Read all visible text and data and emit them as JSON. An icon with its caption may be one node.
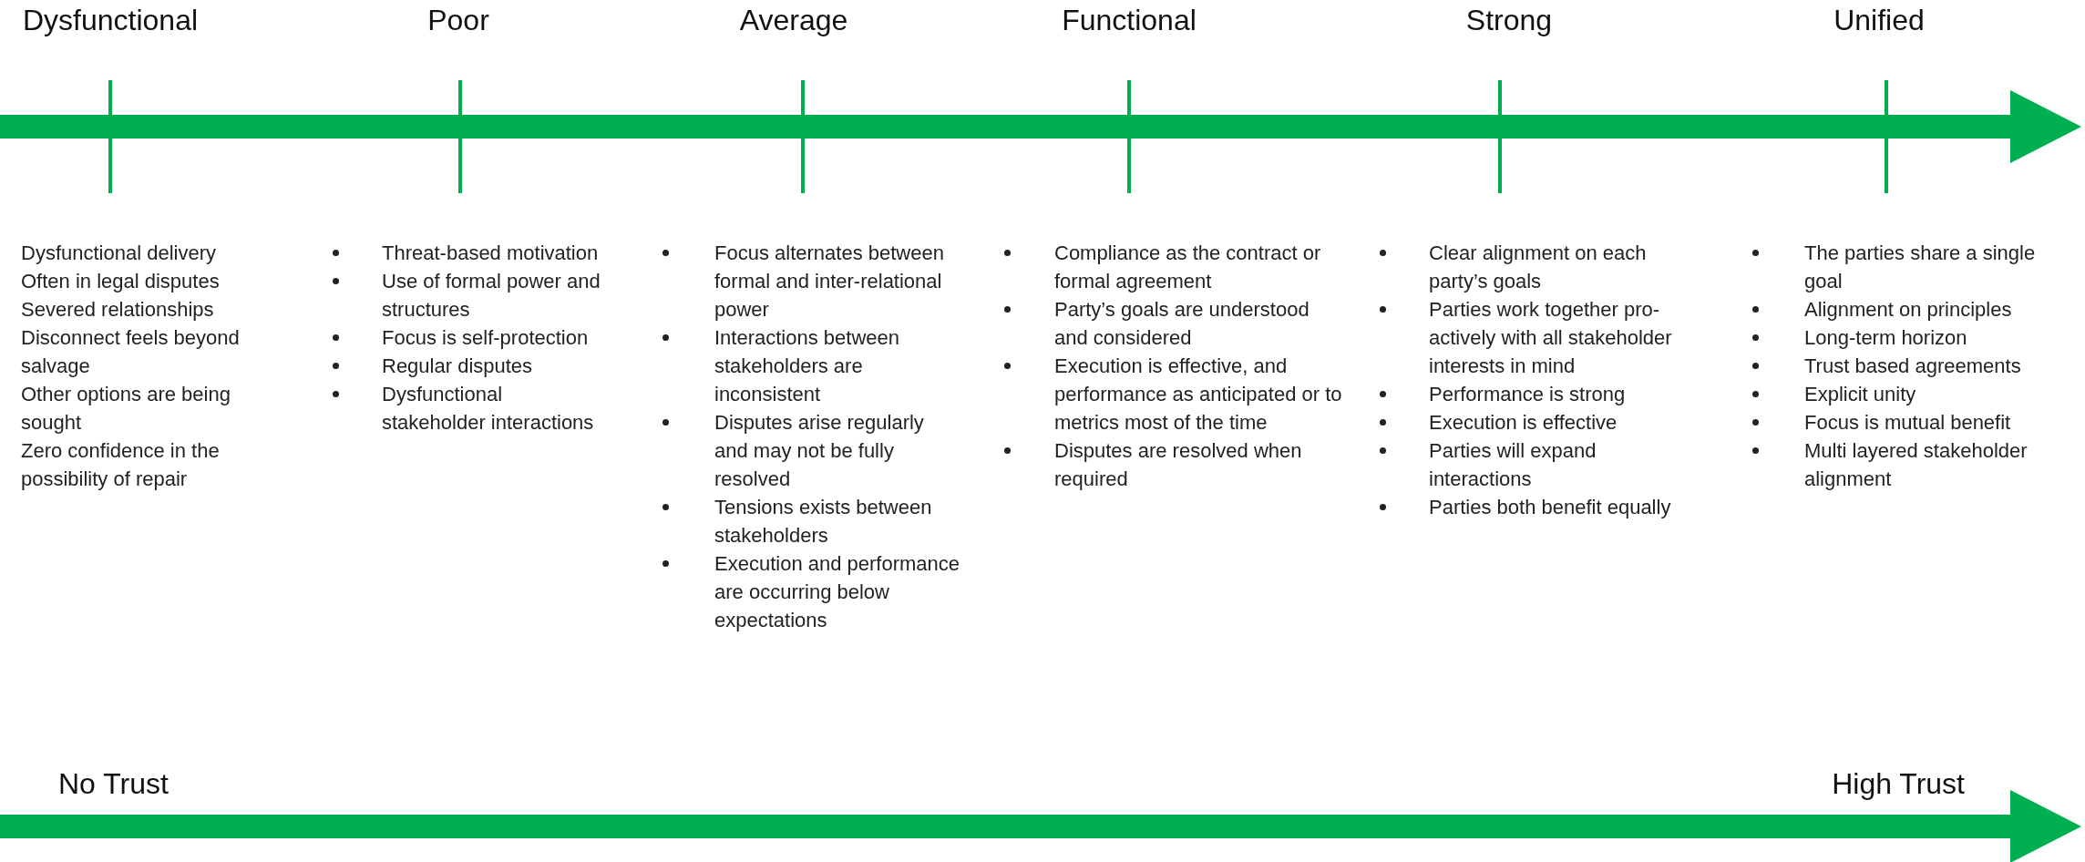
{
  "diagram": {
    "labels": [
      "Dysfunctional",
      "Poor",
      "Average",
      "Functional",
      "Strong",
      "Unified",
      "Dysfunctional delivery",
      "Often in legal disputes",
      "Severed relationships",
      "Disconnect feels beyond salvage",
      "Other options are being sought",
      "Zero confidence in the possibility of repair",
      "Threat-based motivation",
      "Use of formal power and structures",
      "Focus is self-protection",
      "Regular disputes",
      "Dysfunctional stakeholder interactions",
      "Focus alternates between formal and inter-relational power",
      "Interactions between stakeholders are inconsistent",
      "Disputes arise regularly and may not be fully resolved",
      "Tensions exists between stakeholders",
      "Execution and performance are occurring below expectations",
      "Compliance as the contract or formal agreement",
      "Party’s goals are understood and considered",
      "Execution is effective, and performance as anticipated or to metrics most of the time",
      "Disputes are resolved when required",
      "Clear alignment on each party’s goals",
      "Parties work together pro-actively with all stakeholder interests in mind",
      "Performance is strong",
      "Execution is effective",
      "Parties will expand interactions",
      "Parties both benefit equally",
      "The parties share a single goal",
      "Alignment on principles",
      "Long-term horizon",
      "Trust based agreements",
      "Explicit unity",
      "Focus is mutual benefit",
      "Multi layered stakeholder alignment",
      "No Trust",
      "High Trust"
    ]
  }
}
